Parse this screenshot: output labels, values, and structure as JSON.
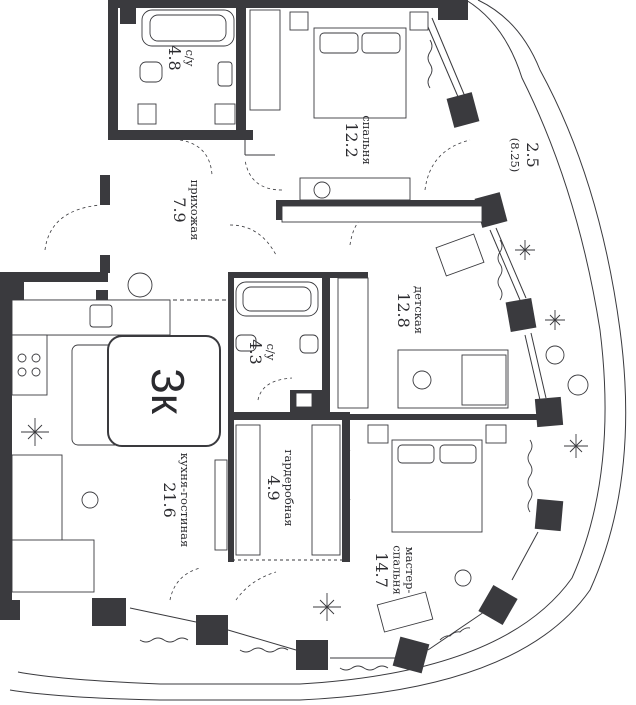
{
  "badge": {
    "label": "3к"
  },
  "rooms": [
    {
      "id": "bathroom-1",
      "name": "с/у",
      "area": "4.8"
    },
    {
      "id": "bedroom",
      "name": "спальня",
      "area": "12.2"
    },
    {
      "id": "hall",
      "name": "прихожая",
      "area": "7.9"
    },
    {
      "id": "loggia",
      "name": "2.5",
      "area": "(8.25)"
    },
    {
      "id": "kids",
      "name": "детская",
      "area": "12.8"
    },
    {
      "id": "bathroom-2",
      "name": "с/у",
      "area": "4.3"
    },
    {
      "id": "kitchen",
      "name": "кухня-гостиная",
      "area": "21.6"
    },
    {
      "id": "wardrobe",
      "name": "гардеробная",
      "area": "4.9"
    },
    {
      "id": "master",
      "name": "мастер-\nспальня",
      "area": "14.7"
    }
  ],
  "colors": {
    "wall": "#3a3a3e",
    "line": "#3a3a3e",
    "background": "#ffffff"
  }
}
